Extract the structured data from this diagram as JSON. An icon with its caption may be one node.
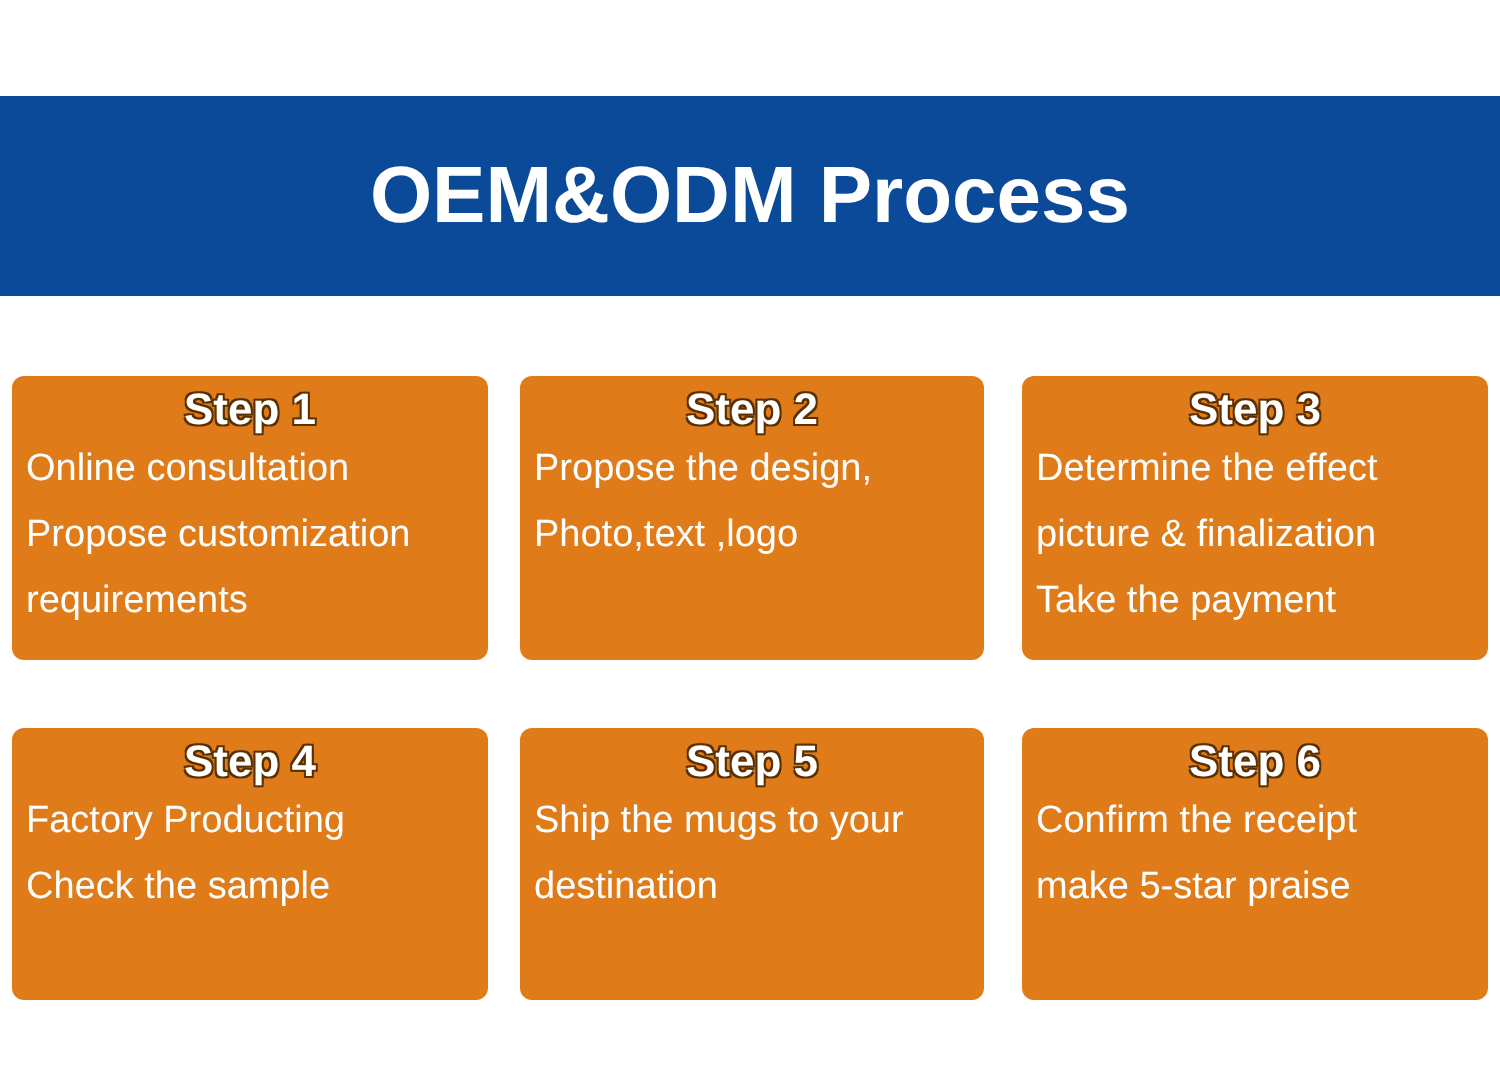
{
  "diagram": {
    "title": "OEM&ODM Process",
    "nodes": [
      {
        "text": [
          "Step 1",
          "Online consultation",
          "Propose customization requirements"
        ]
      },
      {
        "text": [
          "Step 2",
          "Propose the design,",
          "Photo,text ,logo"
        ]
      },
      {
        "text": [
          "Step 3",
          "Determine the effect picture & finalization",
          "Take the payment"
        ]
      },
      {
        "text": [
          "Step 4",
          "Factory Producting",
          "Check the sample"
        ]
      },
      {
        "text": [
          "Step 5",
          "Ship the mugs to your destination"
        ]
      },
      {
        "text": [
          "Step 6",
          "Confirm the receipt",
          "make 5-star praise"
        ]
      }
    ]
  }
}
